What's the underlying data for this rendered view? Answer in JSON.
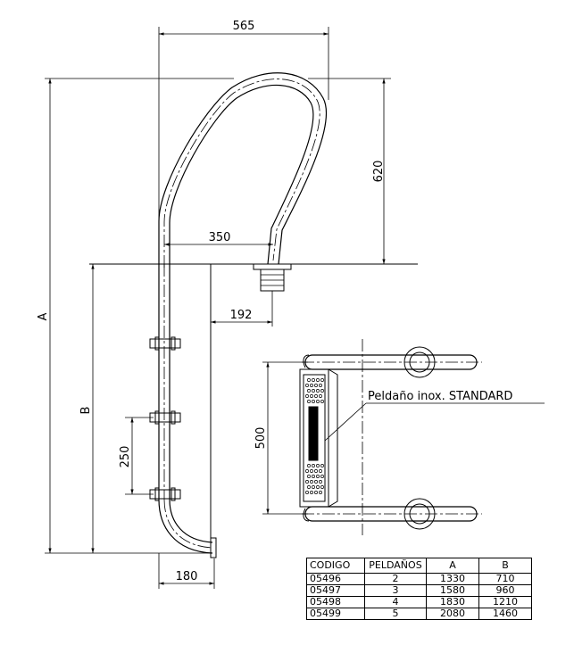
{
  "dimensions": {
    "width_top": "565",
    "height_handle": "620",
    "overall": "A",
    "submerged": "B",
    "reach": "350",
    "wall_offset": "192",
    "step_spacing": "250",
    "foot_width": "180",
    "step_width": "500"
  },
  "callout": "Peldaño inox. STANDARD",
  "table": {
    "headers": [
      "CODIGO",
      "PELDAÑOS",
      "A",
      "B"
    ],
    "rows": [
      [
        "05496",
        "2",
        "1330",
        "710"
      ],
      [
        "05497",
        "3",
        "1580",
        "960"
      ],
      [
        "05498",
        "4",
        "1830",
        "1210"
      ],
      [
        "05499",
        "5",
        "2080",
        "1460"
      ]
    ]
  }
}
